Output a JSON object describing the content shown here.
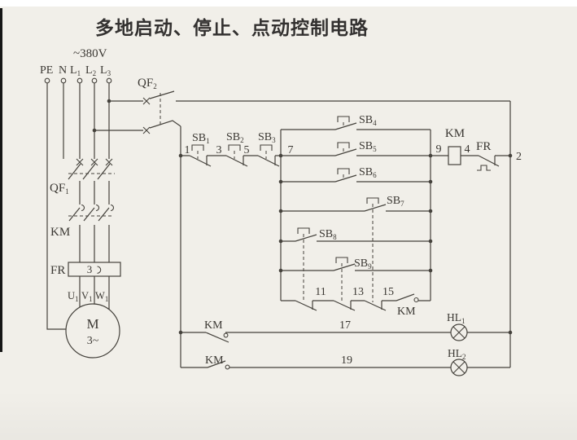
{
  "page": {
    "bg_color": "#f1efe9",
    "ink_color": "#45423c",
    "title_color": "#333130",
    "edge_strip_color": "#161616"
  },
  "labels": {
    "title": "多地启动、停止、点动控制电路",
    "voltage": "~380V",
    "terminals": [
      {
        "t": "PE",
        "s": ""
      },
      {
        "t": "N",
        "s": ""
      },
      {
        "t": "L",
        "s": "1"
      },
      {
        "t": "L",
        "s": "2"
      },
      {
        "t": "L",
        "s": "3"
      }
    ],
    "qf1": {
      "t": "QF",
      "s": "1"
    },
    "qf2": {
      "t": "QF",
      "s": "2"
    },
    "km_main": {
      "t": "KM",
      "s": ""
    },
    "fr_main": {
      "t": "FR",
      "s": ""
    },
    "fr_heater": "3",
    "motor_terminals": [
      {
        "t": "U",
        "s": "1"
      },
      {
        "t": "V",
        "s": "1"
      },
      {
        "t": "W",
        "s": "1"
      }
    ],
    "motor_letter": "M",
    "motor_phase": "3~",
    "buttons": {
      "sb1": {
        "t": "SB",
        "s": "1"
      },
      "sb2": {
        "t": "SB",
        "s": "2"
      },
      "sb3": {
        "t": "SB",
        "s": "3"
      },
      "sb4": {
        "t": "SB",
        "s": "4"
      },
      "sb5": {
        "t": "SB",
        "s": "5"
      },
      "sb6": {
        "t": "SB",
        "s": "6"
      },
      "sb7": {
        "t": "SB",
        "s": "7"
      },
      "sb8": {
        "t": "SB",
        "s": "8"
      },
      "sb9": {
        "t": "SB",
        "s": "9"
      }
    },
    "km_coil": {
      "t": "KM",
      "s": ""
    },
    "fr_contact": {
      "t": "FR",
      "s": ""
    },
    "km_aux": {
      "t": "KM",
      "s": ""
    },
    "km_hl1": {
      "t": "KM",
      "s": ""
    },
    "km_hl2": {
      "t": "KM",
      "s": ""
    },
    "hl1": {
      "t": "HL",
      "s": "1"
    },
    "hl2": {
      "t": "HL",
      "s": "2"
    },
    "nodes": {
      "n1": "1",
      "n3": "3",
      "n5": "5",
      "n7": "7",
      "n9": "9",
      "n4": "4",
      "n2": "2",
      "n11": "11",
      "n13": "13",
      "n15": "15",
      "n17": "17",
      "n19": "19"
    }
  }
}
